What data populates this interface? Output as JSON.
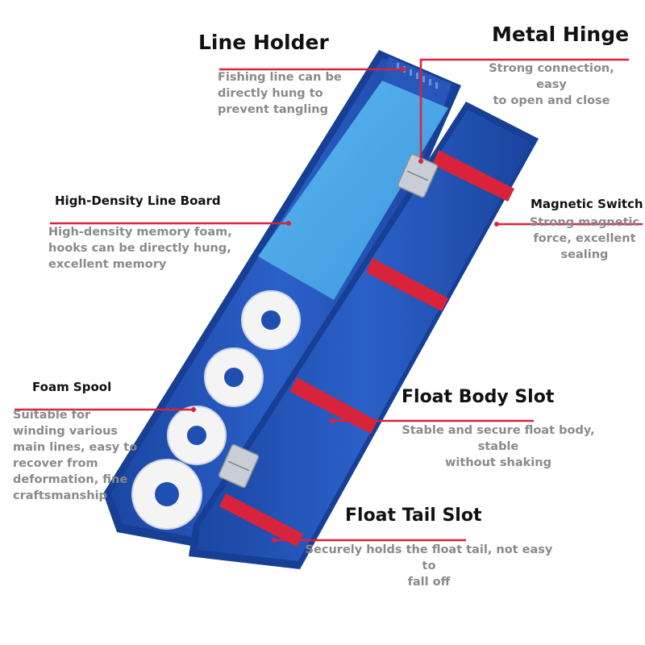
{
  "callouts": {
    "line_holder": {
      "title": "Line Holder",
      "desc": [
        "Fishing line can be",
        "directly hung to",
        "prevent tangling"
      ]
    },
    "metal_hinge": {
      "title": "Metal Hinge",
      "desc": [
        "Strong connection, easy",
        "to open and close"
      ]
    },
    "line_board": {
      "title": "High-Density Line Board",
      "desc": [
        "High-density memory foam,",
        "hooks can be directly hung,",
        "excellent memory"
      ]
    },
    "magnetic_switch": {
      "title": "Magnetic Switch",
      "desc": [
        "Strong magnetic",
        "force, excellent",
        "sealing"
      ]
    },
    "foam_spool": {
      "title": "Foam Spool",
      "desc": [
        "Suitable for",
        "winding various",
        "main lines, easy to",
        "recover from",
        "deformation, fine",
        "craftsmanship"
      ]
    },
    "float_body_slot": {
      "title": "Float Body Slot",
      "desc": [
        "Stable and secure float body, stable",
        "without shaking"
      ]
    },
    "float_tail_slot": {
      "title": "Float Tail Slot",
      "desc": [
        "Securely holds the float tail, not easy to",
        "fall off"
      ]
    }
  },
  "colors": {
    "box_blue": "#1f4fb0",
    "box_inner": "#2a5fc8",
    "foam": "#48a6e6",
    "rack_red": "#d8233a",
    "leader_red": "#d9233a",
    "spool_white": "#f4f4f4"
  }
}
